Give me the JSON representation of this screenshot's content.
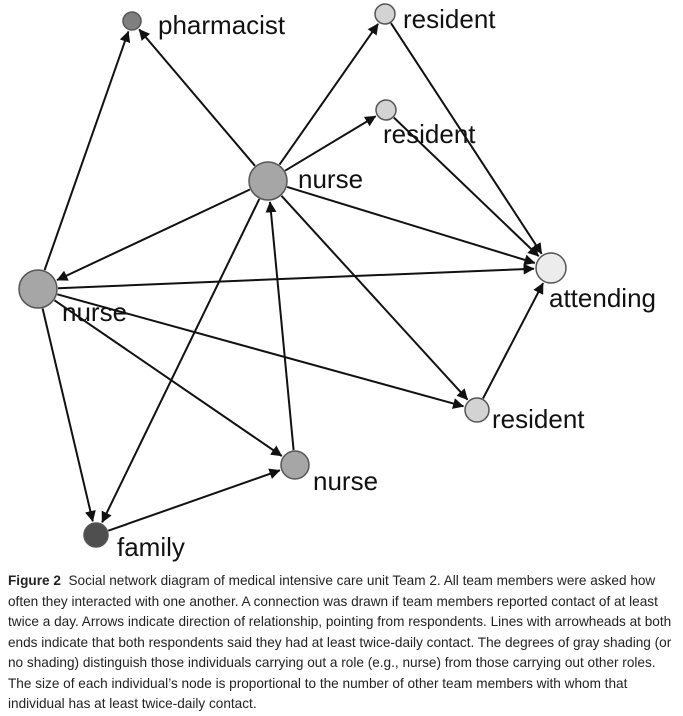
{
  "diagram": {
    "nodes": [
      {
        "id": "pharmacist",
        "label": "pharmacist",
        "fill": "#7f7f7f"
      },
      {
        "id": "resident_top",
        "label": "resident",
        "fill": "#d3d3d3"
      },
      {
        "id": "resident_mid",
        "label": "resident",
        "fill": "#d3d3d3"
      },
      {
        "id": "nurse_center",
        "label": "nurse",
        "fill": "#a6a6a6"
      },
      {
        "id": "attending",
        "label": "attending",
        "fill": "#ececec"
      },
      {
        "id": "nurse_left",
        "label": "nurse",
        "fill": "#a6a6a6"
      },
      {
        "id": "resident_low",
        "label": "resident",
        "fill": "#d3d3d3"
      },
      {
        "id": "nurse_bottom",
        "label": "nurse",
        "fill": "#a6a6a6"
      },
      {
        "id": "family",
        "label": "family",
        "fill": "#4f4f4f"
      }
    ],
    "edges": [
      {
        "from": "nurse_center",
        "to": "pharmacist"
      },
      {
        "from": "nurse_center",
        "to": "resident_top"
      },
      {
        "from": "nurse_center",
        "to": "resident_mid"
      },
      {
        "from": "nurse_center",
        "to": "attending"
      },
      {
        "from": "nurse_center",
        "to": "nurse_left"
      },
      {
        "from": "nurse_center",
        "to": "family"
      },
      {
        "from": "nurse_center",
        "to": "resident_low"
      },
      {
        "from": "resident_top",
        "to": "attending"
      },
      {
        "from": "resident_mid",
        "to": "attending"
      },
      {
        "from": "resident_low",
        "to": "attending"
      },
      {
        "from": "nurse_left",
        "to": "pharmacist"
      },
      {
        "from": "nurse_left",
        "to": "attending"
      },
      {
        "from": "nurse_left",
        "to": "resident_low"
      },
      {
        "from": "nurse_left",
        "to": "nurse_bottom"
      },
      {
        "from": "nurse_left",
        "to": "family"
      },
      {
        "from": "nurse_bottom",
        "to": "nurse_center"
      },
      {
        "from": "family",
        "to": "nurse_bottom"
      }
    ]
  },
  "caption": {
    "figure_label": "Figure 2",
    "text": "Social network diagram of medical intensive care unit Team 2. All team members were asked how often they interacted with one another. A connection was drawn if team members reported contact of at least twice a day. Arrows indicate direction of relationship, pointing from respondents. Lines with arrowheads at both ends indicate that both respondents said they had at least twice-daily contact. The degrees of gray shading (or no shading) distinguish those individuals carrying out a role (e.g., nurse) from those carrying out other roles. The size of each individual’s node is proportional to the number of other team members with whom that individual has at least twice-daily contact."
  }
}
